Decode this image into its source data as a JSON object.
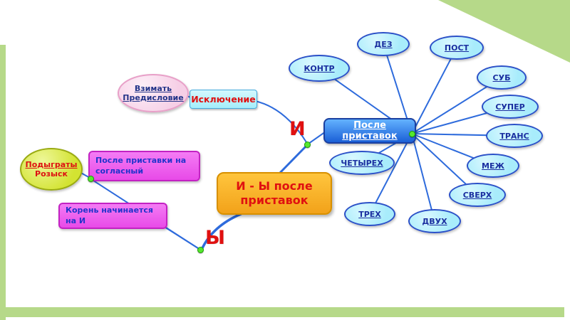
{
  "title": {
    "text": "И - Ы после приставок"
  },
  "branch_i": {
    "letter": "И"
  },
  "branch_y": {
    "letter": "Ы"
  },
  "after_prefixes": {
    "label": "После приставок"
  },
  "prefixes": [
    "КОНТР",
    "ДЕЗ",
    "ПОСТ",
    "СУБ",
    "СУПЕР",
    "ТРАНС",
    "МЕЖ",
    "СВЕРХ",
    "ДВУХ",
    "ТРЕХ",
    "ЧЕТЫРЕХ"
  ],
  "exception": {
    "label": "Исключение",
    "examples": [
      "Взимать",
      "Предисловие"
    ]
  },
  "rules_y": {
    "consonant_rule": "После приставки на согласный",
    "root_rule": "Корень начинается на И",
    "examples": [
      "Подыграты",
      "Розыск"
    ]
  },
  "colors": {
    "decor_green": "#b6d989",
    "connector_blue": "#2e6bdc",
    "ellipse_fill": "#a8ecfb",
    "center_orange": "#f2a21a",
    "magenta": "#e84ae8",
    "red_text": "#e01010"
  }
}
